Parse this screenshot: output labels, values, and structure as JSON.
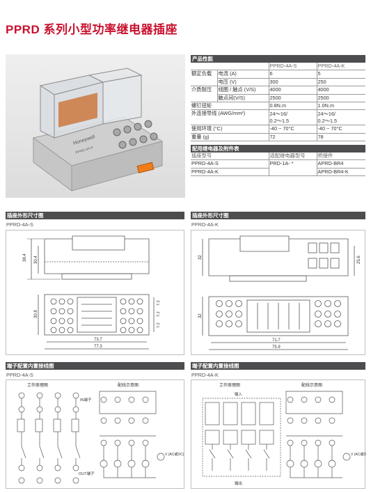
{
  "title": "PPRD 系列小型功率继电器插座",
  "photo_labels": {
    "brand": "Honeywell",
    "model": "PPRD-4A-K"
  },
  "performance": {
    "header": "产品性能",
    "col_a": "PPRD-4A-S",
    "col_b": "PPRD-4A-K",
    "rated_load": "额定负载",
    "current": "电流 (A)",
    "current_a": "6",
    "current_b": "5",
    "voltage": "电压 (V)",
    "voltage_a": "300",
    "voltage_b": "250",
    "dielectric": "介质耐压",
    "coil_contact": "线圈 / 触点 (V/S)",
    "coil_contact_a": "4000",
    "coil_contact_b": "4000",
    "between_contacts": "触点间(V/S)",
    "between_contacts_a": "2500",
    "between_contacts_b": "2500",
    "torque": "螺钉扭矩",
    "torque_a": "0.8N.m",
    "torque_b": "1.0N.m",
    "wire": "外连接导线 (AWG/mm²)",
    "wire_a1": "24～16/",
    "wire_a2": "0.2～1.5",
    "wire_b1": "24～16/",
    "wire_b2": "0.2～1.5",
    "temp": "使用环境 (°C)",
    "temp_a": "-40 ~ 70°C",
    "temp_b": "-40 ~ 70°C",
    "weight": "重量 (g)",
    "weight_a": "72",
    "weight_b": "78"
  },
  "accessories": {
    "header": "配用继电器及附件表",
    "col1": "插座型号",
    "col2": "适配继电器型号",
    "col3": "桥接件",
    "r1c1": "PPRD-4A-S",
    "r1c2": "PRD-1A- *",
    "r1c3": "APRD-BR4",
    "r2c1": "PPRD-4A-K",
    "r2c3": "APRD-BR4-K"
  },
  "dims_s": {
    "header": "插座外形尺寸图",
    "model": "PPRD-4A-S",
    "d1": "38.4",
    "d2": "30.4",
    "d3": "30.8",
    "d4": "73.7",
    "d5": "77.3",
    "d6": "7.2",
    "d7": "7.2",
    "d8": "7.2"
  },
  "dims_k": {
    "header": "插座外形尺寸图",
    "model": "PPRD-4A-K",
    "d1": "32",
    "d2": "25.6",
    "d3": "32",
    "d4": "71.7",
    "d5": "75.9"
  },
  "wiring_s": {
    "header": "端子配置内置接线图",
    "model": "PPRD-4A-S",
    "left_title": "工作原理图",
    "right_title": "配线示意图",
    "in_label": "IN端子",
    "out_label": "OUT端子"
  },
  "wiring_k": {
    "header": "端子配置内置接线图",
    "model": "PPRD-4A-K",
    "left_title": "工作原理图",
    "right_title": "配线示意图",
    "input": "输入",
    "output": "输出"
  },
  "ac_label": "V\n(AC或DC)"
}
